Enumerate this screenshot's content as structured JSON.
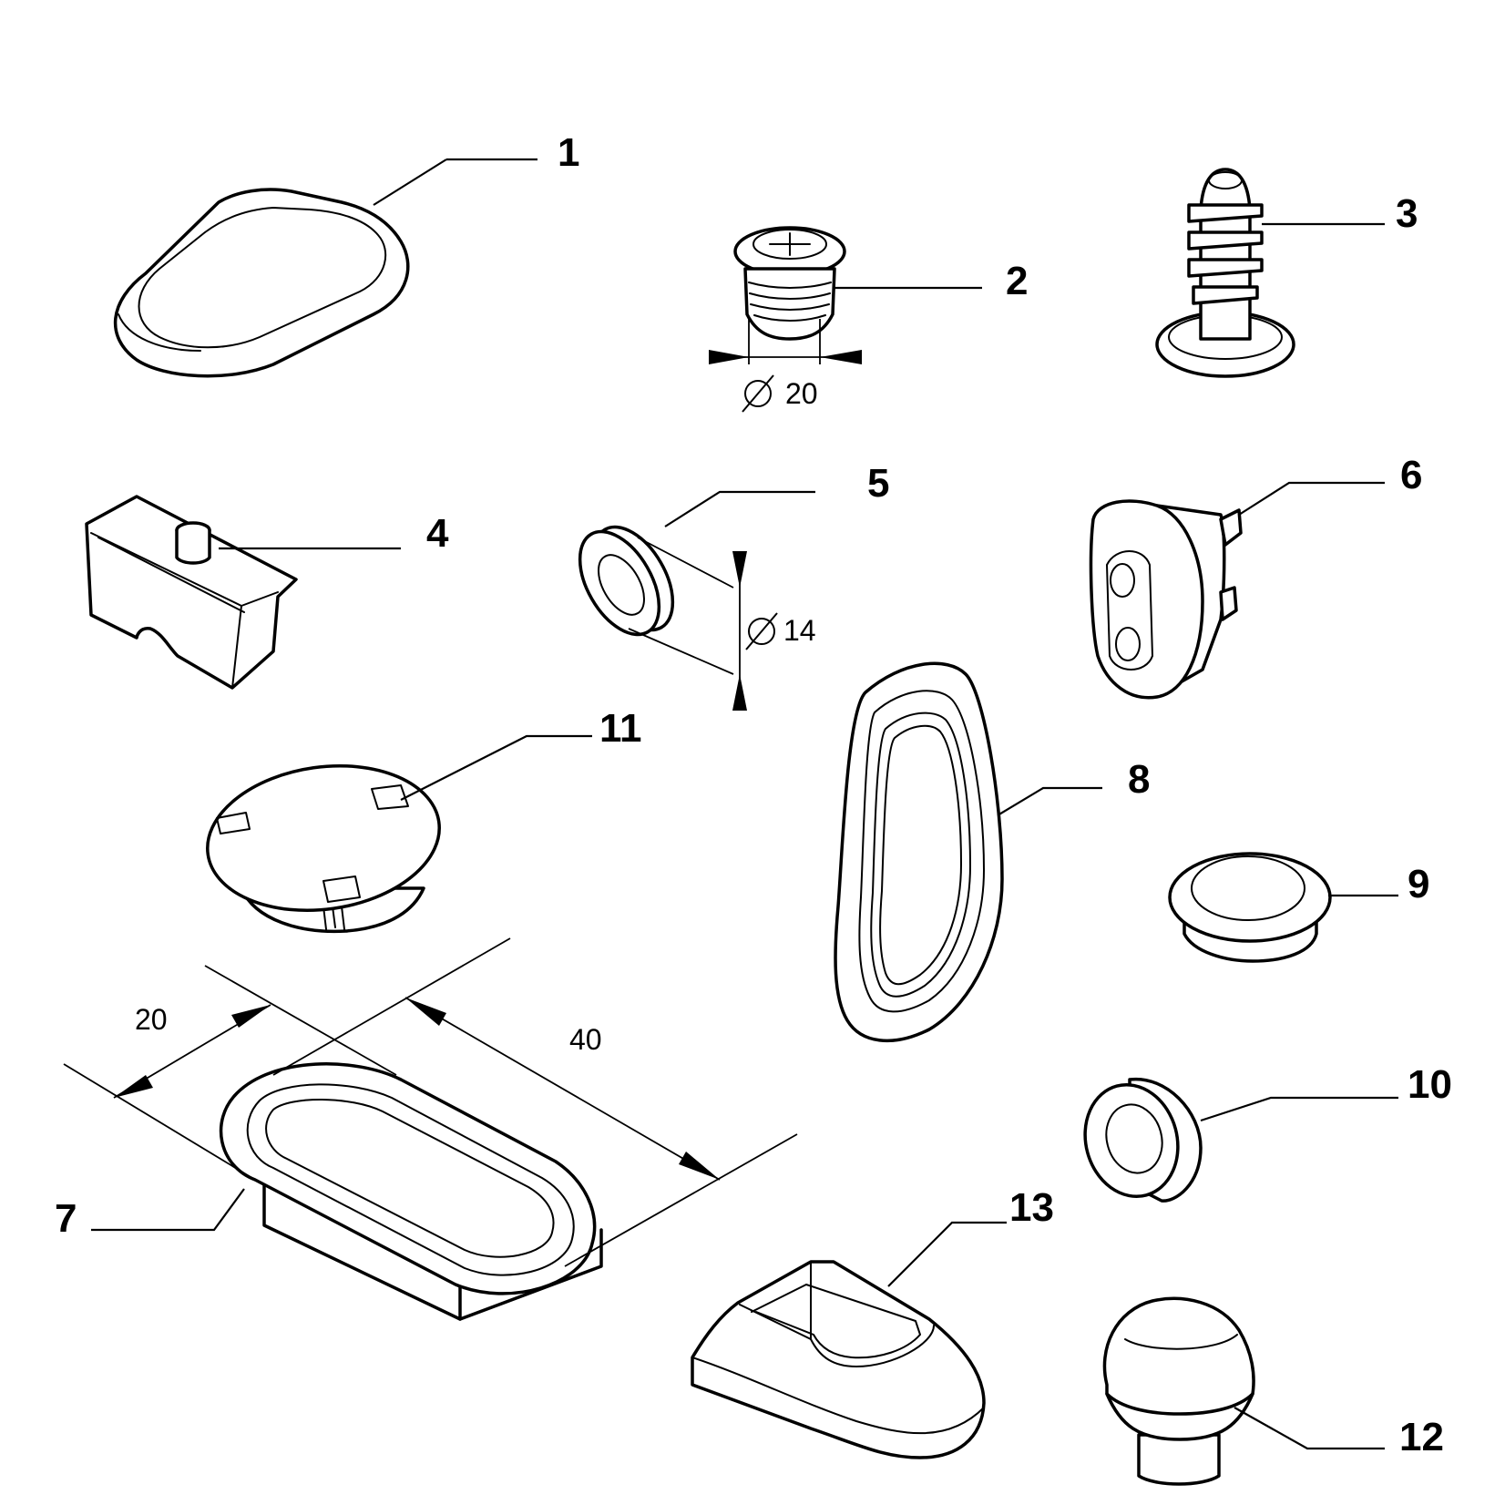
{
  "callouts": {
    "c1": "1",
    "c2": "2",
    "c3": "3",
    "c4": "4",
    "c5": "5",
    "c6": "6",
    "c7": "7",
    "c8": "8",
    "c9": "9",
    "c10": "10",
    "c11": "11",
    "c12": "12",
    "c13": "13"
  },
  "dimensions": {
    "part2_diameter": "20",
    "part5_diameter": "14",
    "part7_width": "20",
    "part7_length": "40"
  }
}
